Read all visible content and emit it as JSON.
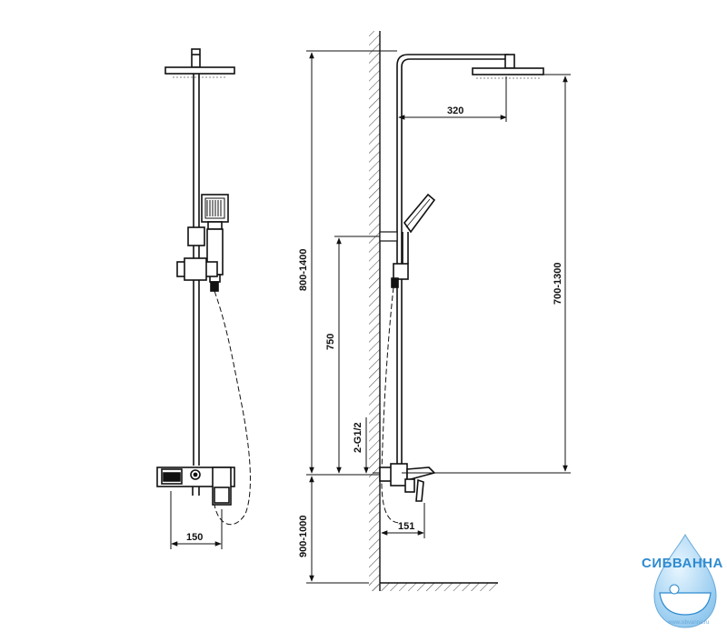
{
  "dimensions": {
    "front_width": "150",
    "head_offset": "320",
    "total_height": "800-1400",
    "head_height": "700-1300",
    "holder_height": "750",
    "inlet": "2-G1/2",
    "mixer_height": "900-1000",
    "mixer_depth": "151"
  },
  "logo": {
    "name": "СИБВАННА",
    "url": "www.sibvanna.ru"
  },
  "colors": {
    "line": "#111111",
    "logo_blue": "#2f8bcf",
    "logo_light": "#9fd0f0"
  }
}
